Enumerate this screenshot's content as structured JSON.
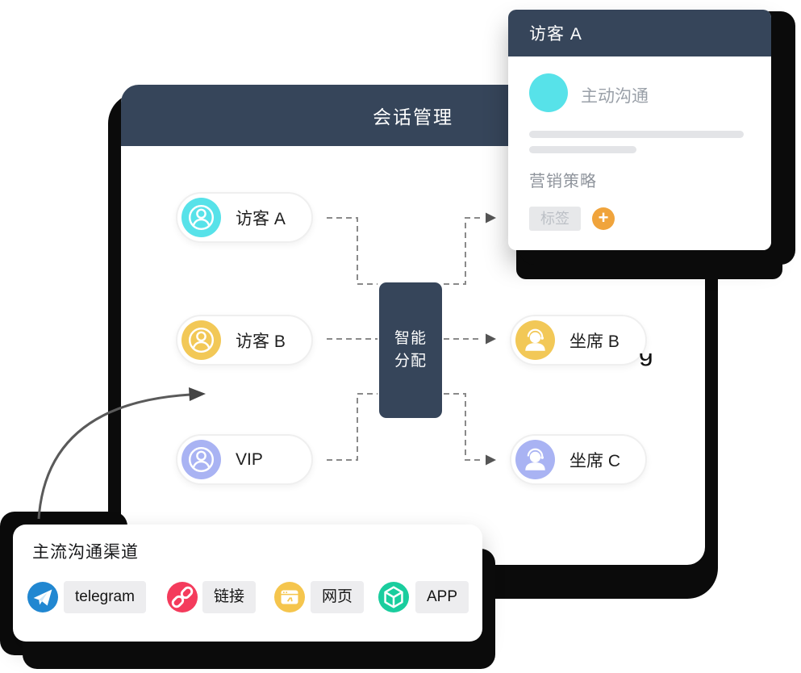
{
  "main_card": {
    "title": "会话管理",
    "hub_label": "智能\n分配",
    "nodes_left": [
      {
        "label": "访客 A",
        "color": "#57e2e9"
      },
      {
        "label": "访客 B",
        "color": "#f2c857"
      },
      {
        "label": "VIP",
        "color": "#a9b3f3"
      }
    ],
    "nodes_right": [
      {
        "label": "坐席 B",
        "color": "#f2c857"
      },
      {
        "label": "坐席 C",
        "color": "#a9b3f3"
      }
    ]
  },
  "visitor_popup": {
    "title": "访客 A",
    "avatar_color": "#57e2e9",
    "status_label": "主动沟通",
    "section_label": "营销策略",
    "tag_label": "标签",
    "add_label": "+"
  },
  "channels_card": {
    "title": "主流沟通渠道",
    "items": [
      {
        "label": "telegram",
        "color": "#2187d1"
      },
      {
        "label": "链接",
        "color": "#f43b5c"
      },
      {
        "label": "网页",
        "color": "#f5c54d"
      },
      {
        "label": "APP",
        "color": "#1acd9e"
      }
    ]
  },
  "stray_glyph": "g",
  "colors": {
    "header": "#36455a",
    "accent_orange": "#f0a43c",
    "connector": "#8a8a8a",
    "skeleton": "#e3e4e7"
  }
}
